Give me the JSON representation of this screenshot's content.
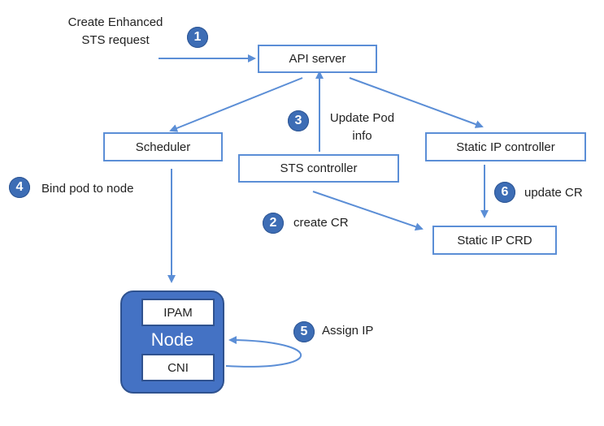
{
  "nodes": {
    "api_server": "API server",
    "scheduler": "Scheduler",
    "sts_controller": "STS controller",
    "static_ip_controller": "Static IP controller",
    "static_ip_crd": "Static IP CRD",
    "node": "Node",
    "ipam": "IPAM",
    "cni": "CNI"
  },
  "labels": {
    "create_request_line1": "Create Enhanced",
    "create_request_line2": "STS request",
    "update_pod_line1": "Update Pod",
    "update_pod_line2": "info",
    "bind_pod": "Bind pod to node",
    "create_cr": "create CR",
    "assign_ip": "Assign IP",
    "update_cr": "update CR"
  },
  "steps": [
    "1",
    "2",
    "3",
    "4",
    "5",
    "6"
  ],
  "colors": {
    "box_border": "#5b8ed6",
    "arrow": "#5b8ed6",
    "badge": "#3d6db5",
    "node_fill": "#4472c4"
  }
}
